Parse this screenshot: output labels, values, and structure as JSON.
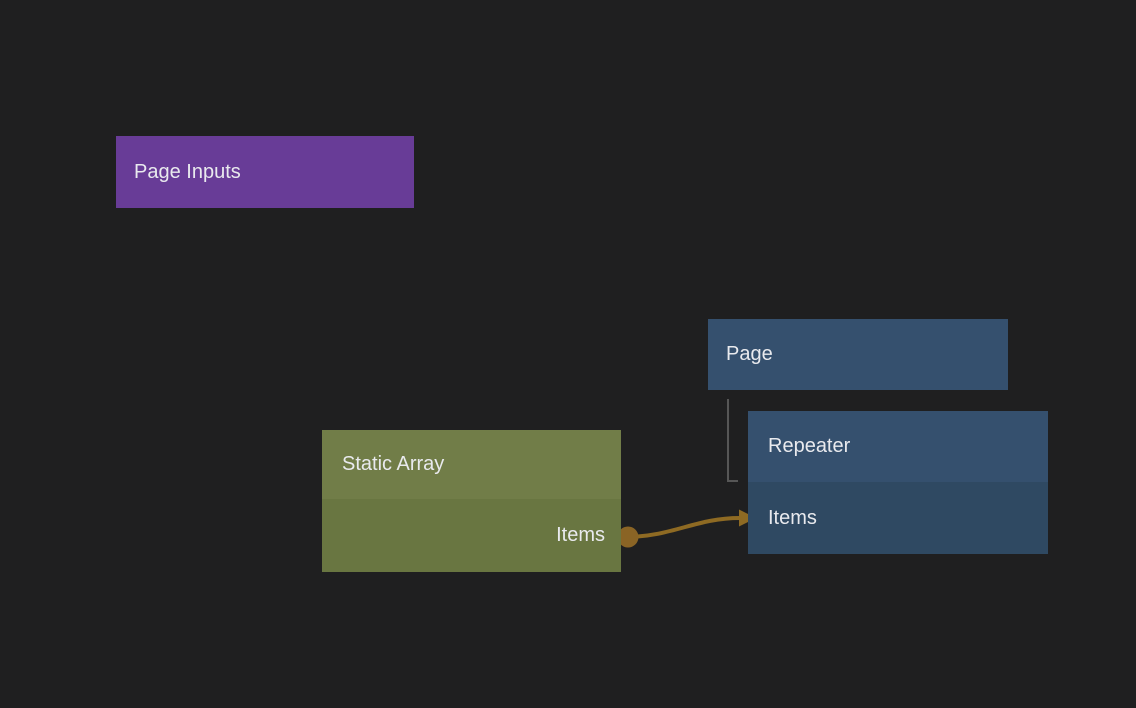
{
  "app": {
    "view": "node-graph-editor"
  },
  "canvas": {
    "background": "#1f1f20"
  },
  "nodes": [
    {
      "id": "page-inputs",
      "title": "Page Inputs",
      "color": "#683c97"
    },
    {
      "id": "page",
      "title": "Page",
      "color": "#35506e"
    },
    {
      "id": "repeater",
      "title": "Repeater",
      "header_color": "#35506e",
      "body_color": "#2f4962",
      "ports": [
        {
          "label": "Items",
          "side": "left",
          "direction": "input"
        }
      ]
    },
    {
      "id": "static-array",
      "title": "Static Array",
      "header_color": "#717d48",
      "body_color": "#697641",
      "ports": [
        {
          "label": "Items",
          "side": "right",
          "direction": "output"
        }
      ]
    }
  ],
  "edges": [
    {
      "from_node": "Static Array",
      "from_port": "Items",
      "to_node": "Repeater",
      "to_port": "Items",
      "color": "#8e6a23"
    }
  ],
  "hierarchy_links": [
    {
      "parent": "Page",
      "child": "Repeater",
      "color": "#565656"
    }
  ],
  "colors": {
    "background": "#1f1f20",
    "purple_node": "#683c97",
    "blue_header": "#35506e",
    "blue_body": "#2f4962",
    "olive_header": "#717d48",
    "olive_body": "#697641",
    "wire": "#8e6a23",
    "tree_line": "#565656",
    "text": "#e9eaee"
  }
}
